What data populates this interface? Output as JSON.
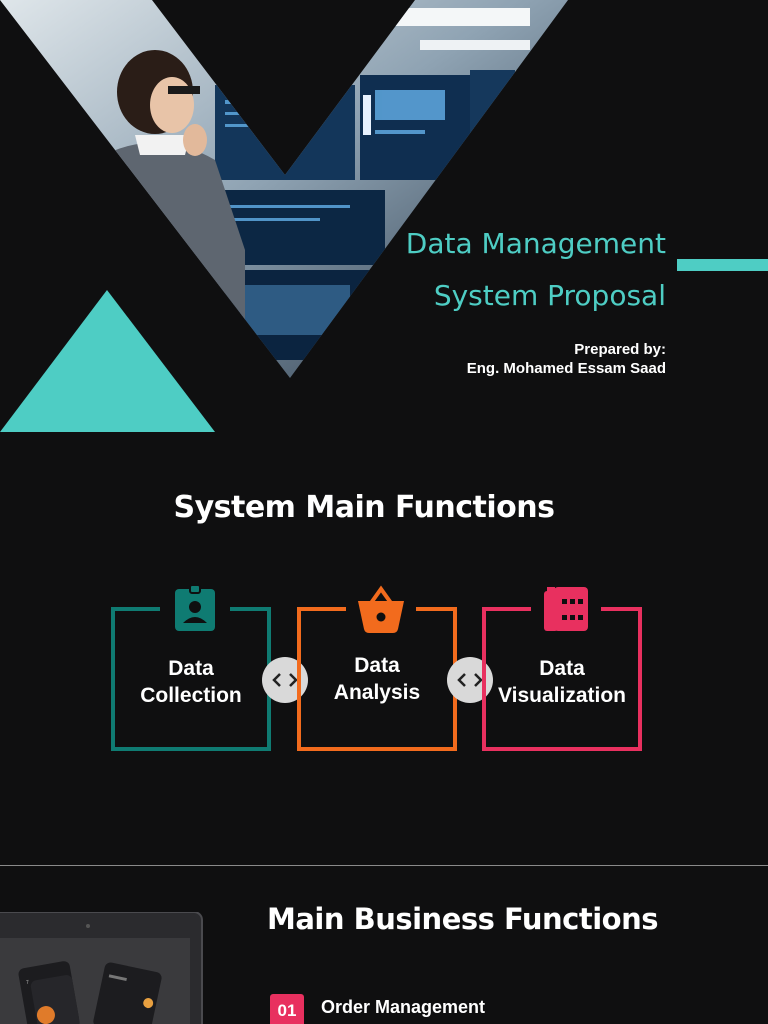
{
  "slide1": {
    "title_line1": "Data Management",
    "title_line2": "System Proposal",
    "prepared_label": "Prepared by:",
    "author": "Eng. Mohamed Essam Saad",
    "accent_color": "#4ecdc4"
  },
  "slide2": {
    "title": "System Main Functions",
    "functions": [
      {
        "line1": "Data",
        "line2": "Collection",
        "color": "#0f7b72",
        "icon": "id-badge-icon"
      },
      {
        "line1": "Data",
        "line2": "Analysis",
        "color": "#f26b1d",
        "icon": "basket-icon"
      },
      {
        "line1": "Data",
        "line2": "Visualization",
        "color": "#e8305f",
        "icon": "film-icon"
      }
    ],
    "connector_icon": "code-arrows-icon"
  },
  "slide3": {
    "title": "Main Business Functions",
    "items": [
      {
        "number": "01",
        "label": "Order Management",
        "color": "#e8305f"
      }
    ]
  }
}
